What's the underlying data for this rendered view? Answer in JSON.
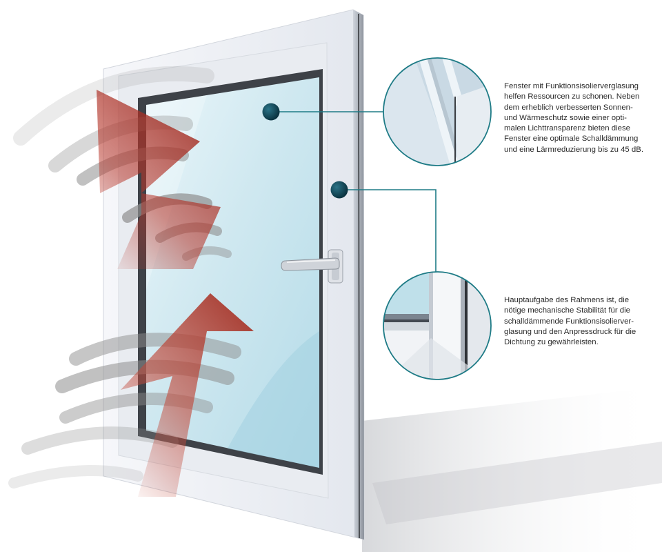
{
  "callouts": {
    "glass": {
      "lines": [
        "Fenster mit Funktionsisolierverglasung",
        "helfen Ressourcen zu schonen. Neben",
        "dem erheblich verbesserten Sonnen-",
        "und Wärmeschutz sowie einer opti-",
        "malen Lichttransparenz bieten diese",
        "Fenster eine optimale Schalldämmung",
        "und eine Lärmreduzierung bis zu 45 dB."
      ]
    },
    "frame": {
      "lines": [
        "Hauptaufgabe des Rahmens ist, die",
        "nötige mechanische Stabilität für die",
        "schalldämmende Funktionsisolierver-",
        "glasung und den Anpressdruck für die",
        "Dichtung zu gewährleisten."
      ]
    }
  },
  "colors": {
    "callout_line": "#1e7b86",
    "marker": "#0d3e4e",
    "arrow": "#b8362a",
    "sound_wave": "#8e8e8e",
    "glass": "#c9e6ef",
    "frame": "#f2f4f7"
  }
}
